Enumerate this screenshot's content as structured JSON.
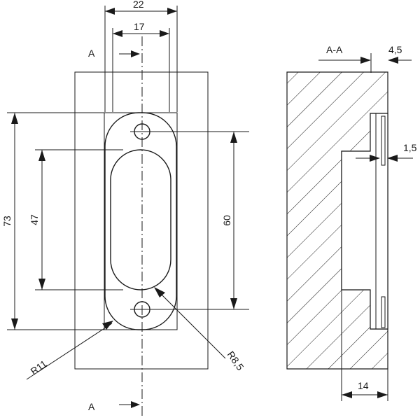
{
  "front_view": {
    "section_marker": "A",
    "dimensions": {
      "overall_width": "22",
      "hole_spacing_width": "17",
      "overall_height": "73",
      "slot_height": "47",
      "hole_pitch": "60",
      "outer_radius": "R11",
      "slot_radius": "R8,5"
    }
  },
  "section_view": {
    "title": "A-A",
    "dimensions": {
      "plate_thickness": "4,5",
      "lip": "1,5",
      "pocket_depth": "14"
    }
  },
  "colors": {
    "line": "#1a1a1a",
    "background": "#ffffff"
  }
}
